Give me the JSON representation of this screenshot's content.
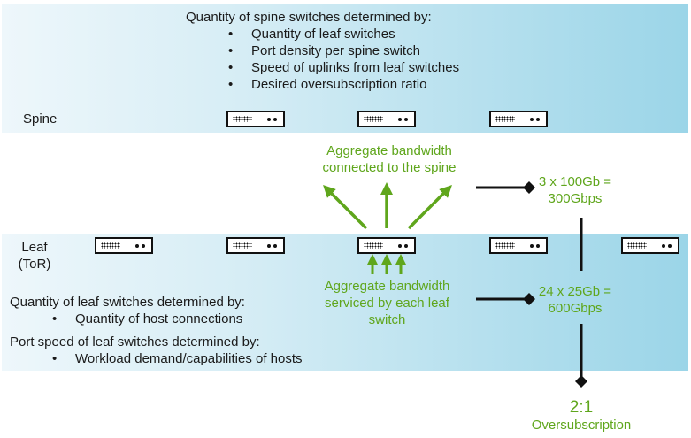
{
  "colors": {
    "accent_green": "#5fa61c",
    "band_light": "#eef7fb",
    "band_dark": "#9bd5e8",
    "line": "#111111"
  },
  "spine": {
    "label": "Spine",
    "heading": "Quantity of spine switches determined by:",
    "bullets": [
      "Quantity of leaf switches",
      "Port density per spine switch",
      "Speed of uplinks from leaf switches",
      "Desired oversubscription ratio"
    ],
    "switch_count": 3,
    "switch_icon": "network-switch-icon"
  },
  "leaf": {
    "label_line1": "Leaf",
    "label_line2": "(ToR)",
    "switch_count": 5,
    "switch_icon": "network-switch-icon",
    "quantity_heading": "Quantity of leaf switches determined by:",
    "quantity_bullets": [
      "Quantity of host connections"
    ],
    "speed_heading": "Port speed of leaf switches determined by:",
    "speed_bullets": [
      "Workload demand/capabilities of hosts"
    ]
  },
  "annotations": {
    "uplink_label_line1": "Aggregate bandwidth",
    "uplink_label_line2": "connected to the spine",
    "downlink_label_line1": "Aggregate bandwidth",
    "downlink_label_line2": "serviced by each leaf",
    "downlink_label_line3": "switch",
    "uplink_calc_line1": "3 x 100Gb =",
    "uplink_calc_line2": "300Gbps",
    "downlink_calc_line1": "24 x 25Gb =",
    "downlink_calc_line2": "600Gbps",
    "ratio_value": "2:1",
    "ratio_label": "Oversubscription"
  },
  "icons": {
    "uplink_arrows": "arrow-up-icon",
    "downlink_arrows": "arrow-up-icon",
    "connector_end": "diamond-icon"
  }
}
